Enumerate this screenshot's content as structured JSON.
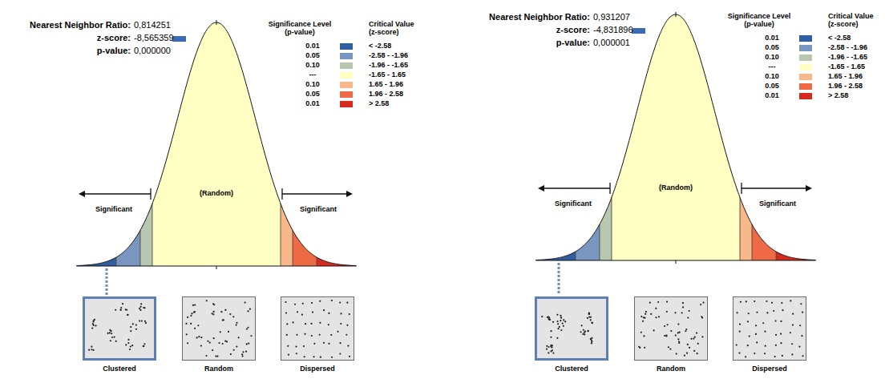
{
  "diagram": {
    "nodes": [
      {
        "text": [
          "Clustered"
        ]
      },
      {
        "text": [
          "Random"
        ]
      },
      {
        "text": [
          "Dispersed"
        ]
      },
      {
        "text": [
          "Clustered"
        ]
      },
      {
        "text": [
          "Random"
        ]
      },
      {
        "text": [
          "Dispersed"
        ]
      }
    ],
    "labels": [
      "Nearest Neighbor Ratio:",
      "0,814251",
      "z-score:",
      "-8,565359",
      "p-value:",
      "0,000000",
      "Significance Level (p-value)",
      "Critical Value (z-score)",
      "0.01",
      "0.05",
      "0.10",
      "---",
      "0.10",
      "0.05",
      "0.01",
      "(Random)",
      "Significant",
      "Significant",
      "Nearest Neighbor Ratio:",
      "0,931207",
      "z-score:",
      "-4,831896",
      "p-value:",
      "0,000001",
      "Significance Level (p-value)",
      "Critical Value (z-score)",
      "0.01",
      "0.05",
      "0.10",
      "---",
      "0.10",
      "0.05",
      "0.01",
      "(Random)",
      "Significant",
      "Significant"
    ],
    "legend": [
      {
        "text": "< -2.58",
        "color": "#2f5fa3"
      },
      {
        "text": "-2.58 - -1.96",
        "color": "#7896bf"
      },
      {
        "text": "-1.96 - -1.65",
        "color": "#b8c8b0"
      },
      {
        "text": "-1.65 - 1.65",
        "color": "#ffffc4"
      },
      {
        "text": "1.65 - 1.96",
        "color": "#f8b88a"
      },
      {
        "text": "1.96 - 2.58",
        "color": "#ee6a45"
      },
      {
        "text": "> 2.58",
        "color": "#d62a1e"
      },
      {
        "text": "< -2.58",
        "color": "#2f5fa3"
      },
      {
        "text": "-2.58 - -1.96",
        "color": "#7896bf"
      },
      {
        "text": "-1.96 - -1.65",
        "color": "#b8c8b0"
      },
      {
        "text": "-1.65 - 1.65",
        "color": "#ffffc4"
      },
      {
        "text": "1.65 - 1.96",
        "color": "#f8b88a"
      },
      {
        "text": "1.96 - 2.58",
        "color": "#ee6a45"
      },
      {
        "text": "> 2.58",
        "color": "#d62a1e"
      }
    ]
  }
}
